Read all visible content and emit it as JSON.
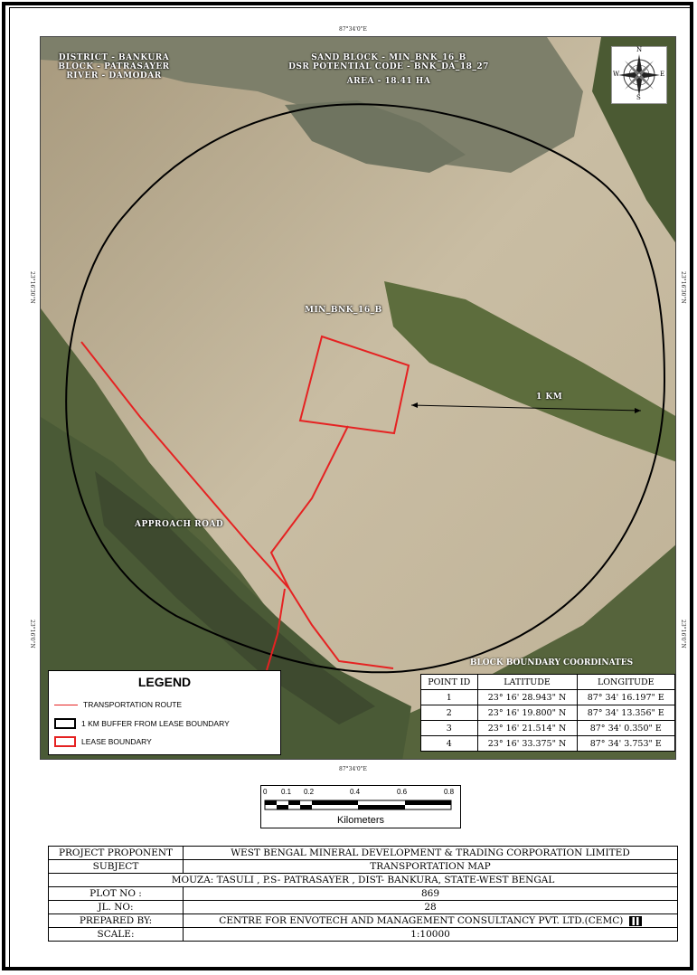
{
  "map": {
    "tick_top": "87°34'0\"E",
    "tick_bottom": "87°34'0\"E",
    "tick_left_1": "23°16'30\"N",
    "tick_left_2": "23°16'0\"N",
    "tick_right_1": "23°16'30\"N",
    "tick_right_2": "23°16'0\"N",
    "header_left": [
      "DISTRICT - BANKURA",
      "BLOCK - PATRASAYER",
      "RIVER - DAMODAR"
    ],
    "header_right": [
      "SAND BLOCK - MIN_BNK_16_B",
      "DSR POTENTIAL CODE - BNK_DA_18_27",
      "AREA - 18.41 HA"
    ],
    "block_label": "MIN_BNK_16_B",
    "buffer_label": "1 KM",
    "road_label": "APPROACH ROAD",
    "compass": {
      "n": "N",
      "s": "S",
      "e": "E",
      "w": "W"
    },
    "colors": {
      "buffer": "#000000",
      "lease": "#e52222",
      "route": "#e52222"
    }
  },
  "legend": {
    "title": "LEGEND",
    "items": [
      "TRANSPORTATION ROUTE",
      "1 KM BUFFER FROM LEASE BOUNDARY",
      "LEASE BOUNDARY"
    ]
  },
  "coords": {
    "title": "BLOCK BOUNDARY COORDINATES",
    "headers": [
      "POINT ID",
      "LATITUDE",
      "LONGITUDE"
    ],
    "rows": [
      [
        "1",
        "23° 16' 28.943\" N",
        "87° 34' 16.197\" E"
      ],
      [
        "2",
        "23° 16' 19.800\" N",
        "87° 34' 13.356\" E"
      ],
      [
        "3",
        "23° 16' 21.514\" N",
        "87° 34' 0.350\" E"
      ],
      [
        "4",
        "23° 16' 33.375\" N",
        "87° 34' 3.753\" E"
      ]
    ]
  },
  "scale": {
    "ticks": [
      "0",
      "0.1",
      "0.2",
      "0.4",
      "0.6",
      "0.8"
    ],
    "unit": "Kilometers"
  },
  "info": {
    "proponent_label": "PROJECT PROPONENT",
    "proponent_value": "WEST BENGAL MINERAL DEVELOPMENT & TRADING CORPORATION LIMITED",
    "subject_label": "SUBJECT",
    "subject_value": "TRANSPORTATION MAP",
    "mouza": "MOUZA: TASULI , P.S- PATRASAYER , DIST- BANKURA, STATE-WEST BENGAL",
    "plot_label": "PLOT NO :",
    "plot_value": "869",
    "jl_label": "JL. NO:",
    "jl_value": "28",
    "prepared_label": "PREPARED BY:",
    "prepared_value": "CENTRE FOR ENVOTECH AND MANAGEMENT CONSULTANCY PVT. LTD.(CEMC)",
    "scale_label": "SCALE:",
    "scale_value": "1:10000"
  }
}
